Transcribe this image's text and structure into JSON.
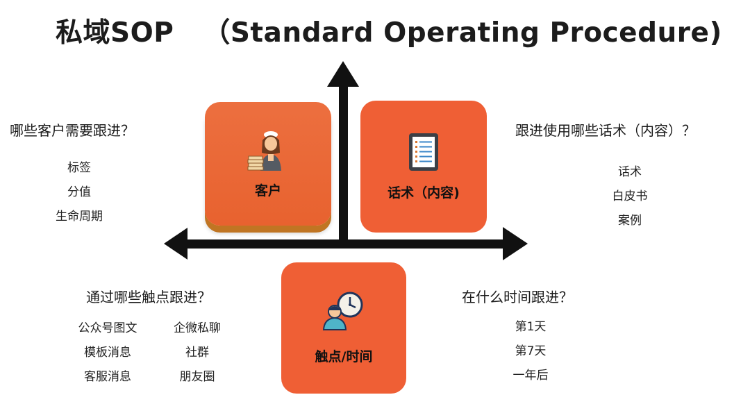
{
  "title": {
    "main": "私域SOP",
    "sub": "（Standard Operating Procedure)"
  },
  "boxes": {
    "customer": {
      "label": "客户",
      "icon": "waitress-icon",
      "color": "#e8622f"
    },
    "script": {
      "label": "话术（内容)",
      "icon": "document-icon",
      "color": "#ef5f35"
    },
    "touchpoint": {
      "label": "触点/时间",
      "icon": "person-clock-icon",
      "color": "#ef5f35"
    }
  },
  "quadrants": {
    "top_left": {
      "question": "哪些客户需要跟进？",
      "items": [
        "标签",
        "分值",
        "生命周期"
      ]
    },
    "top_right": {
      "question": "跟进使用哪些话术（内容）？",
      "items": [
        "话术",
        "白皮书",
        "案例"
      ]
    },
    "bottom_left": {
      "question": "通过哪些触点跟进？",
      "items_col1": [
        "公众号图文",
        "模板消息",
        "客服消息"
      ],
      "items_col2": [
        "企微私聊",
        "社群",
        "朋友圈"
      ]
    },
    "bottom_right": {
      "question": "在什么时间跟进？",
      "items": [
        "第1天",
        "第7天",
        "一年后"
      ]
    }
  },
  "colors": {
    "axis": "#111111",
    "box_orange": "#ef5f35",
    "box_shadow": "#c07523"
  }
}
